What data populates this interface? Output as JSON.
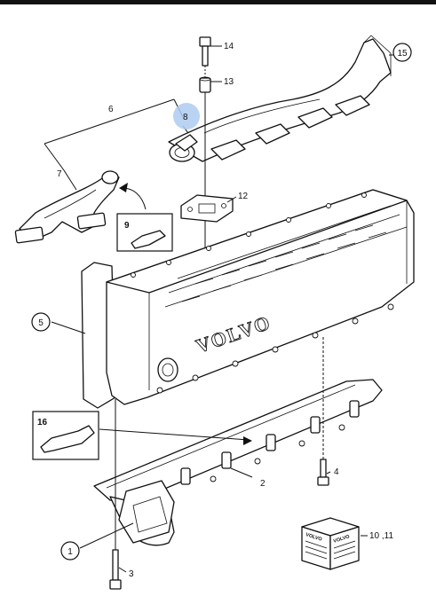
{
  "callouts": {
    "c1": "1",
    "c2": "2",
    "c3": "3",
    "c4": "4",
    "c5": "5",
    "c6": "6",
    "c7": "7",
    "c8": "8",
    "c9": "9",
    "c10_11": "10 ,11",
    "c12": "12",
    "c13": "13",
    "c14": "14",
    "c15": "15",
    "c16": "16"
  },
  "brand": {
    "cover_text": "VOLVO",
    "box_text": "VOLVO"
  },
  "colors": {
    "highlight": "#aecbf0",
    "line": "#111111"
  }
}
